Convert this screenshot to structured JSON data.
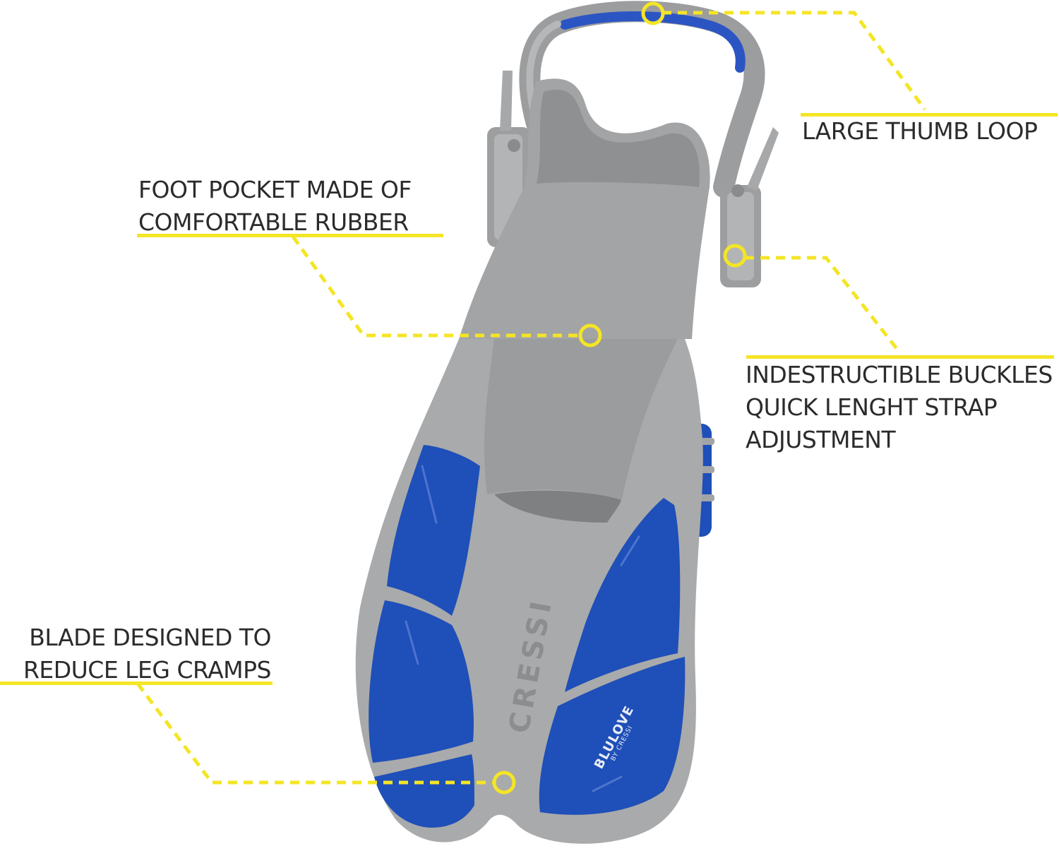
{
  "image": {
    "title": "",
    "colors": {
      "background": "#ffffff",
      "callout_yellow": "#f4e526",
      "fin_gray": "#a9aaab",
      "fin_gray_dark": "#8e8f90",
      "fin_blue": "#1f4fb8",
      "fin_blue_dark": "#183f97",
      "text": "#2b2b2b"
    },
    "product": {
      "brand": "CRESSI",
      "model_logo": "BLULOVE",
      "model_byline": "BY CRESSI"
    },
    "callouts": [
      {
        "id": "thumb-loop",
        "lines": [
          "LARGE THUMB LOOP"
        ]
      },
      {
        "id": "foot-pocket",
        "lines": [
          "FOOT POCKET MADE OF",
          "COMFORTABLE RUBBER"
        ]
      },
      {
        "id": "buckles",
        "lines": [
          "INDESTRUCTIBLE BUCKLES",
          "QUICK LENGHT STRAP",
          "ADJUSTMENT"
        ]
      },
      {
        "id": "blade",
        "lines": [
          "BLADE DESIGNED TO",
          "REDUCE LEG CRAMPS"
        ]
      }
    ]
  }
}
